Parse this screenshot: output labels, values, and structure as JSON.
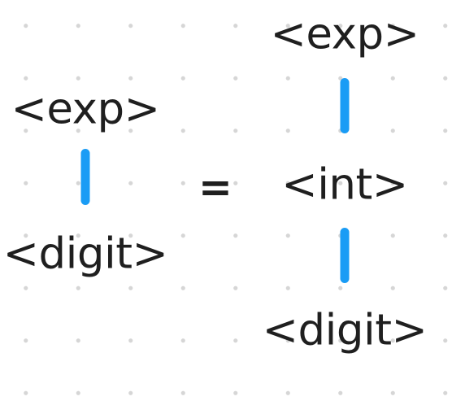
{
  "colors": {
    "text": "#1f1f1f",
    "connector": "#1a9cf5",
    "grid_dot": "#d6d6d6",
    "background": "#ffffff"
  },
  "left_tree": {
    "top": "<exp>",
    "bottom": "<digit>"
  },
  "operator": "=",
  "right_tree": {
    "top": "<exp>",
    "middle": "<int>",
    "bottom": "<digit>"
  }
}
